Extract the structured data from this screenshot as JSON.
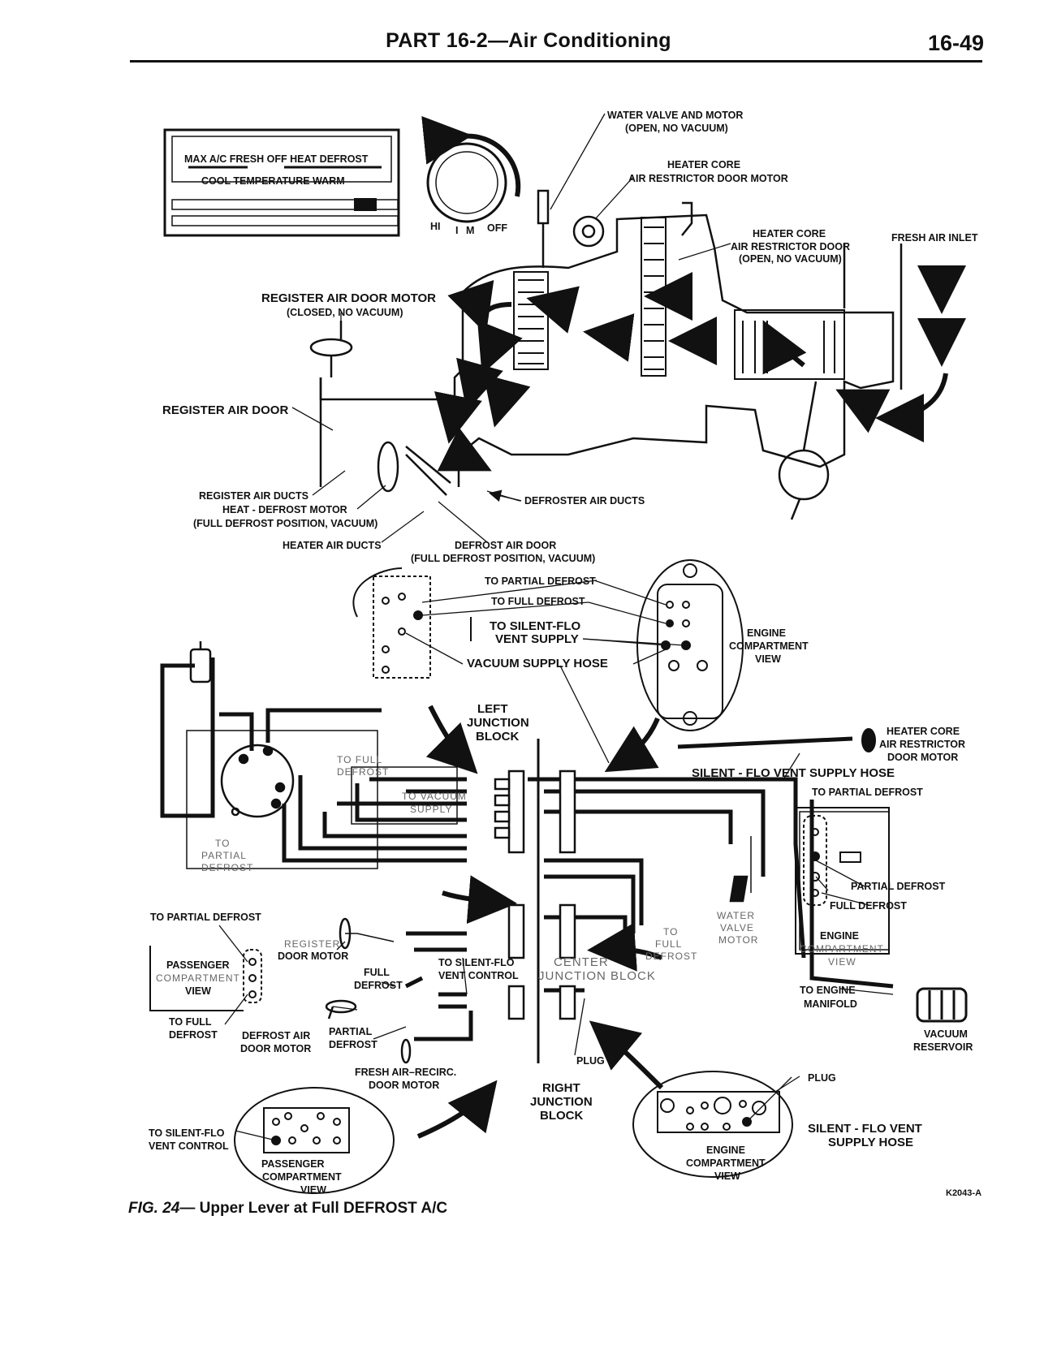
{
  "header": {
    "title": "PART 16-2—Air Conditioning",
    "page_number": "16-49"
  },
  "control_panel": {
    "top_scale": "MAX A/C FRESH OFF HEAT DEFROST",
    "bottom_scale": "COOL TEMPERATURE WARM",
    "blower_labels": [
      "HI",
      "I",
      "M",
      "OFF"
    ]
  },
  "labels": {
    "water_valve_1": "WATER VALVE AND MOTOR",
    "water_valve_2": "(OPEN, NO VACUUM)",
    "heater_core_1": "HEATER CORE",
    "heater_core_2": "AIR RESTRICTOR DOOR MOTOR",
    "restrictor_door_1": "HEATER CORE",
    "restrictor_door_2": "AIR RESTRICTOR DOOR",
    "restrictor_door_3": "(OPEN, NO VACUUM)",
    "fresh_air_inlet": "FRESH AIR INLET",
    "register_motor_1": "REGISTER AIR DOOR MOTOR",
    "register_motor_2": "(CLOSED, NO VACUUM)",
    "register_air_door": "REGISTER AIR DOOR",
    "register_air_ducts": "REGISTER AIR DUCTS",
    "heat_defrost_motor_1": "HEAT - DEFROST MOTOR",
    "heat_defrost_motor_2": "(FULL DEFROST POSITION, VACUUM)",
    "heater_air_ducts": "HEATER AIR DUCTS",
    "defroster_air_ducts": "DEFROSTER AIR DUCTS",
    "defrost_air_door_1": "DEFROST AIR DOOR",
    "defrost_air_door_2": "(FULL DEFROST POSITION, VACUUM)",
    "to_partial_defrost": "TO PARTIAL DEFROST",
    "to_full_defrost": "TO FULL DEFROST",
    "to_silent_flo_1": "TO SILENT-FLO",
    "to_silent_flo_2": "VENT SUPPLY",
    "vacuum_supply_hose": "VACUUM SUPPLY HOSE",
    "engine_comp_1": "ENGINE",
    "engine_comp_2": "COMPARTMENT",
    "engine_comp_3": "VIEW",
    "left_jb_1": "LEFT",
    "left_jb_2": "JUNCTION",
    "left_jb_3": "BLOCK",
    "to_full_defrost_2_1": "TO FULL",
    "to_full_defrost_2_2": "DEFROST",
    "to_vacuum_supply_1": "TO VACUUM",
    "to_vacuum_supply_2": "SUPPLY",
    "to_partial_defrost_2_1": "TO",
    "to_partial_defrost_2_2": "PARTIAL",
    "to_partial_defrost_2_3": "DEFROST",
    "hc_motor_1": "HEATER CORE",
    "hc_motor_2": "AIR RESTRICTOR",
    "hc_motor_3": "DOOR MOTOR",
    "silent_flo_hose": "SILENT - FLO VENT SUPPLY HOSE",
    "to_partial_defrost_3": "TO PARTIAL DEFROST",
    "partial_defrost": "PARTIAL DEFROST",
    "full_defrost": "FULL DEFROST",
    "water_valve_motor_1": "WATER",
    "water_valve_motor_2": "VALVE",
    "water_valve_motor_3": "MOTOR",
    "to_full_defrost_3_1": "TO",
    "to_full_defrost_3_2": "FULL",
    "to_full_defrost_3_3": "DEFROST",
    "center_jb_1": "CENTER",
    "center_jb_2": "JUNCTION BLOCK",
    "to_engine_manifold_1": "TO ENGINE",
    "to_engine_manifold_2": "MANIFOLD",
    "vacuum_reservoir_1": "VACUUM",
    "vacuum_reservoir_2": "RESERVOIR",
    "to_partial_defrost_4": "TO PARTIAL DEFROST",
    "register_door_motor_1": "REGISTER",
    "register_door_motor_2": "DOOR MOTOR",
    "passenger_comp_1": "PASSENGER",
    "passenger_comp_2": "COMPARTMENT",
    "passenger_comp_3": "VIEW",
    "to_full_defrost_4_1": "TO FULL",
    "to_full_defrost_4_2": "DEFROST",
    "full_defrost_2_1": "FULL",
    "full_defrost_2_2": "DEFROST",
    "to_silent_flo_ctrl_1": "TO SILENT-FLO",
    "to_silent_flo_ctrl_2": "VENT CONTROL",
    "defrost_air_door_motor_1": "DEFROST AIR",
    "defrost_air_door_motor_2": "DOOR MOTOR",
    "partial_defrost_2_1": "PARTIAL",
    "partial_defrost_2_2": "DEFROST",
    "plug": "PLUG",
    "fresh_air_recirc_1": "FRESH AIR–RECIRC.",
    "fresh_air_recirc_2": "DOOR MOTOR",
    "right_jb_1": "RIGHT",
    "right_jb_2": "JUNCTION",
    "right_jb_3": "BLOCK",
    "to_silent_flo_ctrl_3_1": "TO SILENT-FLO",
    "to_silent_flo_ctrl_3_2": "VENT CONTROL",
    "plug_2": "PLUG",
    "silent_flo_vent_1": "SILENT - FLO VENT",
    "silent_flo_vent_2": "SUPPLY HOSE",
    "figure_code": "K2043-A"
  },
  "caption": {
    "fig": "FIG. 24",
    "text": "— Upper Lever at Full DEFROST A/C"
  }
}
